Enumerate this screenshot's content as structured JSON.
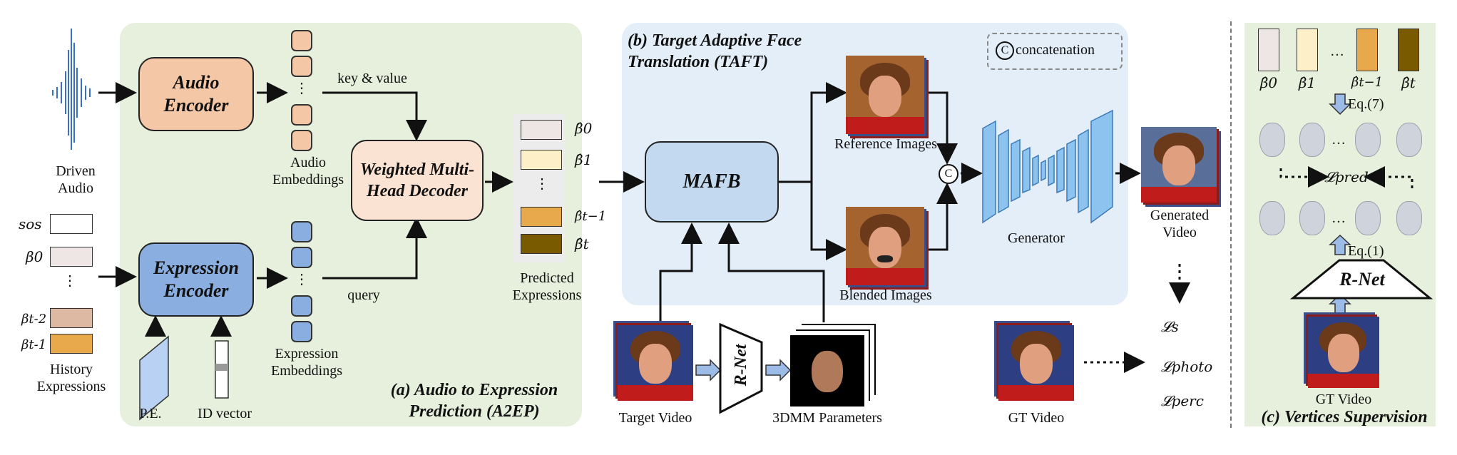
{
  "a2ep": {
    "title": "(a) Audio to Expression Prediction (A2EP)",
    "audio_encoder": "Audio Encoder",
    "expression_encoder": "Expression Encoder",
    "decoder": "Weighted Multi-Head Decoder",
    "key_value": "key & value",
    "query": "query",
    "audio_embeddings": "Audio Embeddings",
    "expression_embeddings": "Expression Embeddings",
    "driven_audio": "Driven Audio",
    "history_expressions": "History Expressions",
    "pe": "P.E.",
    "id_vector": "ID vector",
    "history_tokens": [
      "sos",
      "β0",
      "⋮",
      "βt-2",
      "βt-1"
    ],
    "predicted_expressions": "Predicted Expressions",
    "predicted_tokens": [
      "β̂0",
      "β̂1",
      "⋮",
      "β̂t−1",
      "β̂t"
    ]
  },
  "taft": {
    "title": "(b) Target Adaptive Face Translation (TAFT)",
    "mafb": "MAFB",
    "concatenation": "concatenation",
    "concat_symbol": "C",
    "reference_images": "Reference Images",
    "blended_images": "Blended Images",
    "generator": "Generator",
    "generated_video": "Generated Video"
  },
  "bottom": {
    "target_video": "Target Video",
    "rnet": "R-Net",
    "params_3dmm": "3DMM Parameters",
    "gt_video": "GT Video",
    "losses": [
      "𝓛s",
      "𝓛photo",
      "𝓛perc"
    ]
  },
  "vs": {
    "title": "(c) Vertices Supervision",
    "tokens": [
      "β̂0",
      "β̂1",
      "…",
      "β̂t−1",
      "β̂t"
    ],
    "eq7": "Eq.(7)",
    "eq1": "Eq.(1)",
    "loss_pred": "𝓛pred",
    "rnet": "R-Net",
    "gt_video": "GT Video"
  },
  "colors": {
    "green_panel": "#e6f0dc",
    "blue_panel": "#e4eef8",
    "orange": "#f4c7a7",
    "blue_block": "#8aaee0",
    "peach": "#fbe3d4",
    "light_blue": "#c2d9f0",
    "gold": "#e8a94c",
    "brown": "#7a5a00"
  }
}
